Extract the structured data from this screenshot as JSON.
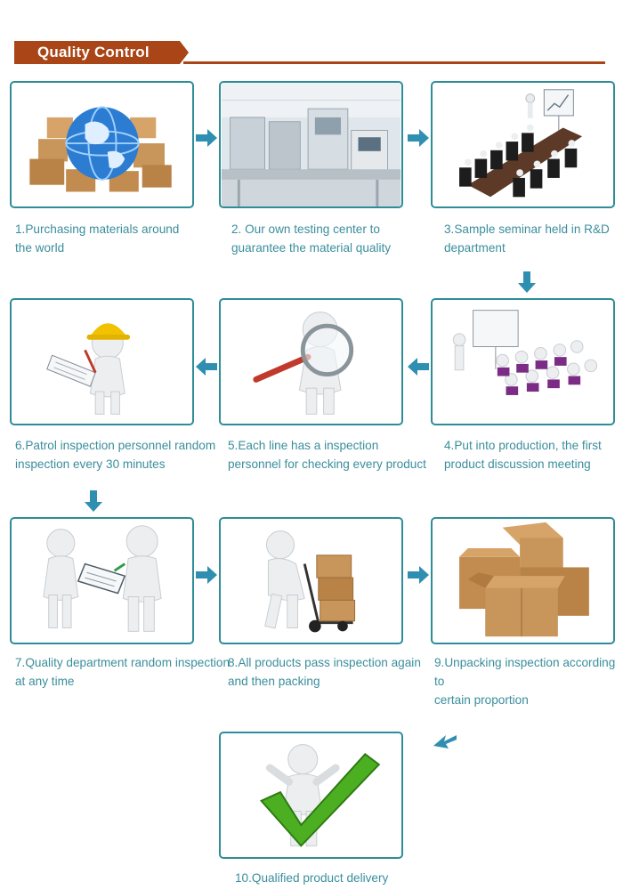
{
  "header": {
    "title": "Quality Control",
    "color": "#a94517"
  },
  "colors": {
    "frame": "#2e8d98",
    "caption": "#3a8e9c",
    "arrow": "#2f8fb0"
  },
  "steps": [
    {
      "line1": "1.Purchasing materials around",
      "line2": "the world",
      "icon": "globe-boxes-icon"
    },
    {
      "line1": "2.  Our own testing center to",
      "line2": "guarantee the material quality",
      "icon": "testing-lab-icon"
    },
    {
      "line1": "3.Sample seminar held in R&D",
      "line2": "department",
      "icon": "seminar-table-icon"
    },
    {
      "line1": "4.Put into production, the first",
      "line2": "product discussion meeting",
      "icon": "meeting-audience-icon"
    },
    {
      "line1": "5.Each line has a inspection",
      "line2": "personnel for checking every product",
      "icon": "magnifier-person-icon"
    },
    {
      "line1": "6.Patrol inspection personnel random",
      "line2": "inspection every 30 minutes",
      "icon": "helmet-inspector-icon"
    },
    {
      "line1": "7.Quality department random inspection",
      "line2": "at any time",
      "icon": "clipboard-inspection-icon"
    },
    {
      "line1": "8.All products pass inspection again",
      "line2": "and then packing",
      "icon": "hand-truck-icon"
    },
    {
      "line1": "9.Unpacking inspection according to",
      "line2": "certain proportion",
      "icon": "open-boxes-icon"
    },
    {
      "line1": "10.Qualified product delivery",
      "line2": "",
      "icon": "checkmark-person-icon"
    }
  ]
}
